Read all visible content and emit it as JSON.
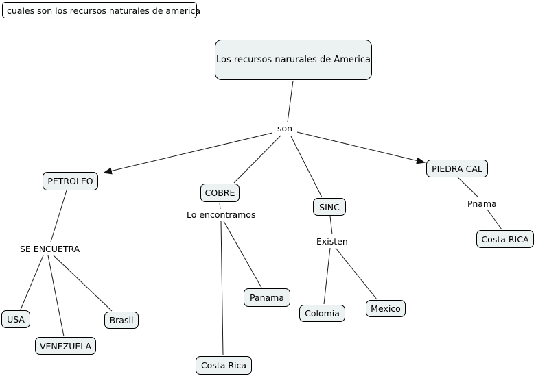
{
  "question": {
    "label": "cuales son los recursos naturales de america"
  },
  "nodes": {
    "root": {
      "label": "Los recursos narurales de America"
    },
    "petroleo": {
      "label": "PETROLEO"
    },
    "cobre": {
      "label": "COBRE"
    },
    "sinc": {
      "label": "SINC"
    },
    "piedra_cal": {
      "label": "PIEDRA CAL"
    },
    "usa": {
      "label": "USA"
    },
    "venezuela": {
      "label": "VENEZUELA"
    },
    "brasil": {
      "label": "Brasil"
    },
    "panama": {
      "label": "Panama"
    },
    "costa_rica": {
      "label": "Costa Rica"
    },
    "colomia": {
      "label": "Colomia"
    },
    "mexico": {
      "label": "Mexico"
    },
    "costa_rica_right": {
      "label": "Costa RICA"
    }
  },
  "links": {
    "son": {
      "label": "son"
    },
    "se_encuetra": {
      "label": "SE ENCUETRA"
    },
    "lo_encontramos": {
      "label": "Lo encontramos"
    },
    "existen": {
      "label": "Existen"
    },
    "pnama": {
      "label": "Pnama"
    }
  },
  "colors": {
    "node_fill": "#ecf2f2",
    "node_border": "#000000",
    "line": "#1a1a1a",
    "background": "#ffffff"
  }
}
